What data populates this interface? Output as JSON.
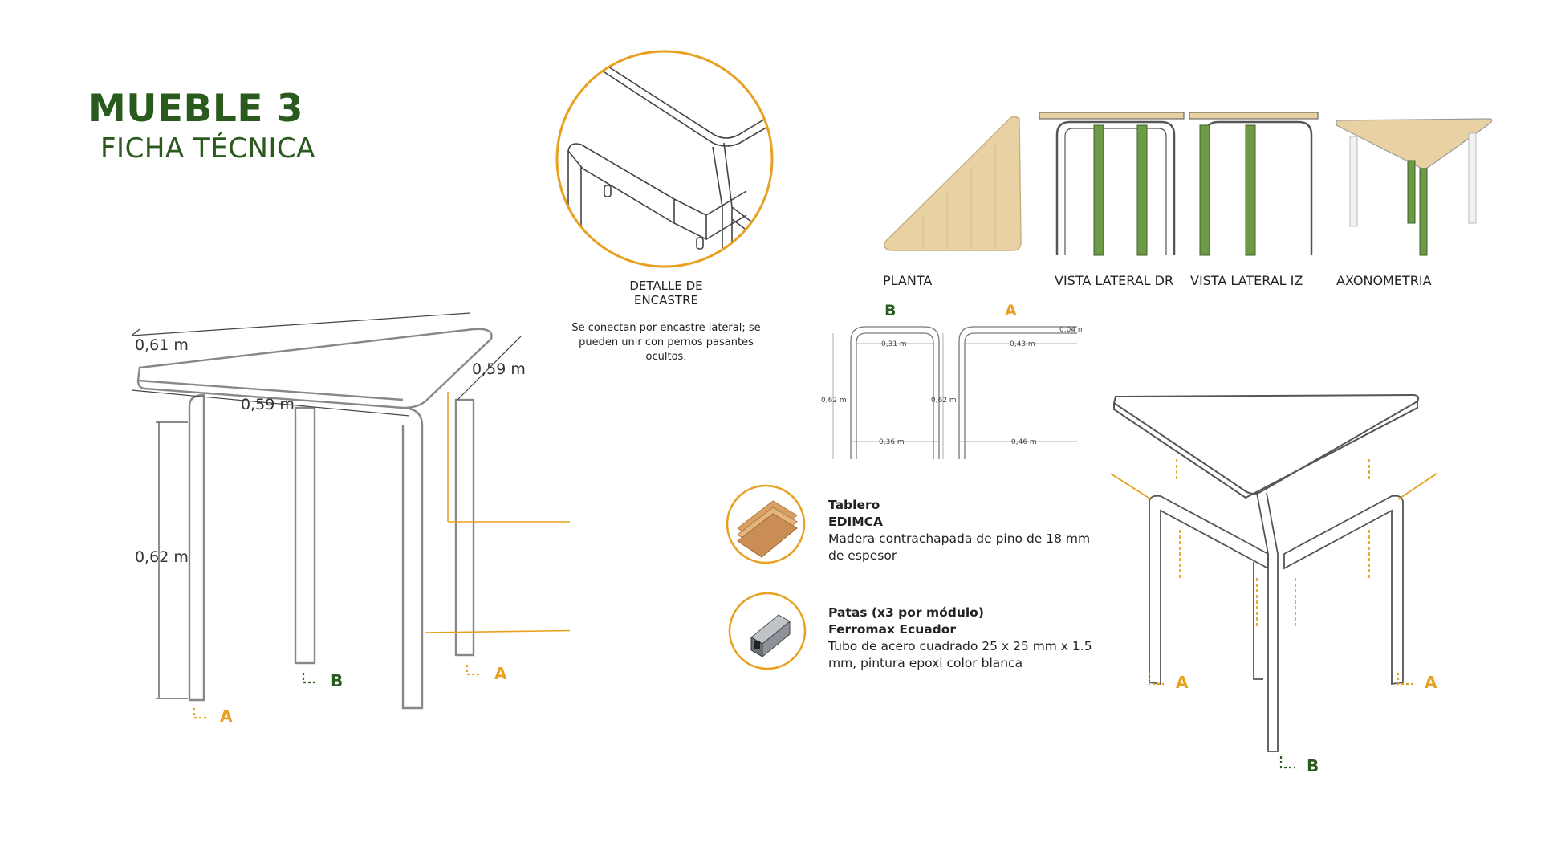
{
  "header": {
    "title": "MUEBLE 3",
    "subtitle": "FICHA TÉCNICA"
  },
  "detail": {
    "caption_line1": "DETALLE DE",
    "caption_line2": "ENCASTRE",
    "note_line1": "Se conectan por encastre lateral; se",
    "note_line2": "pueden unir con pernos pasantes",
    "note_line3": "ocultos."
  },
  "views": {
    "plant": "PLANTA",
    "right_side": "VISTA LATERAL DR",
    "left_side": "VISTA LATERAL IZ",
    "axonometric": "AXONOMETRIA"
  },
  "main_drawing": {
    "dim_top_left": "0,61 m",
    "dim_top_right": "0,59 m",
    "dim_front": "0,59 m",
    "dim_height": "0,62 m",
    "leg_a_left": "A",
    "leg_b": "B",
    "leg_a_right": "A"
  },
  "legs_drawing": {
    "label_b": "B",
    "label_a": "A",
    "b_top_width": "0,31 m",
    "b_height": "0,62 m",
    "b_bottom_width": "0,36 m",
    "a_top_width": "0,43 m",
    "a_thickness": "0,04 m",
    "a_height": "0,62 m",
    "a_bottom_width": "0,46 m"
  },
  "exploded": {
    "leg_a_left": "A",
    "leg_a_right": "A",
    "leg_b": "B"
  },
  "materials": {
    "board": {
      "name": "Tablero",
      "brand": "EDIMCA",
      "desc_line1": "Madera contrachapada de pino de 18 mm",
      "desc_line2": "de espesor"
    },
    "legs": {
      "name": "Patas (x3 por módulo)",
      "brand": "Ferromax Ecuador",
      "desc_line1": "Tubo de acero cuadrado 25 x 25 mm x 1.5",
      "desc_line2": "mm, pintura epoxi color blanca"
    }
  },
  "colors": {
    "brand_green": "#2b5a1e",
    "accent_orange": "#e8a020",
    "leg_green": "#6d9a44",
    "wood": "#e8d2a4"
  }
}
